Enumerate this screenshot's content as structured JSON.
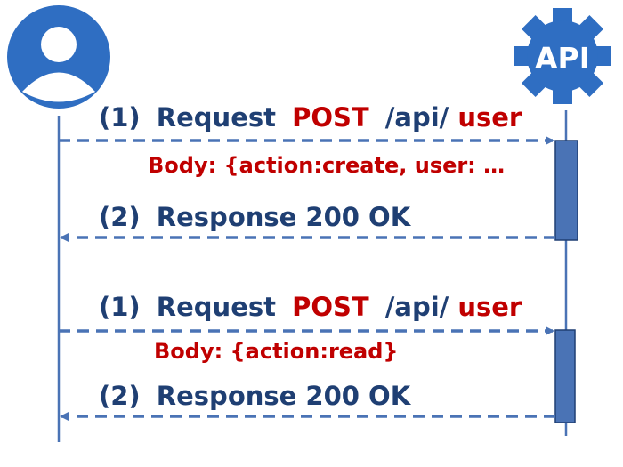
{
  "diagram": {
    "actors": {
      "client": {
        "icon": "user-avatar-icon"
      },
      "server": {
        "icon": "gear-icon",
        "label": "API"
      }
    },
    "exchanges": [
      {
        "request": {
          "step": "(1)",
          "word": "Request",
          "method": "POST",
          "path_prefix": "/api/",
          "resource": "user",
          "body": "Body: {action:create, user: …"
        },
        "response": {
          "step": "(2)",
          "text": "Response 200 OK"
        }
      },
      {
        "request": {
          "step": "(1)",
          "word": "Request",
          "method": "POST",
          "path_prefix": "/api/",
          "resource": "user",
          "body": "Body: {action:read}"
        },
        "response": {
          "step": "(2)",
          "text": "Response 200 OK"
        }
      }
    ]
  },
  "colors": {
    "navy": "#1f3f73",
    "blue": "#4a73b5",
    "icon_blue": "#2f6ec2",
    "red": "#c00000",
    "white": "#ffffff"
  }
}
